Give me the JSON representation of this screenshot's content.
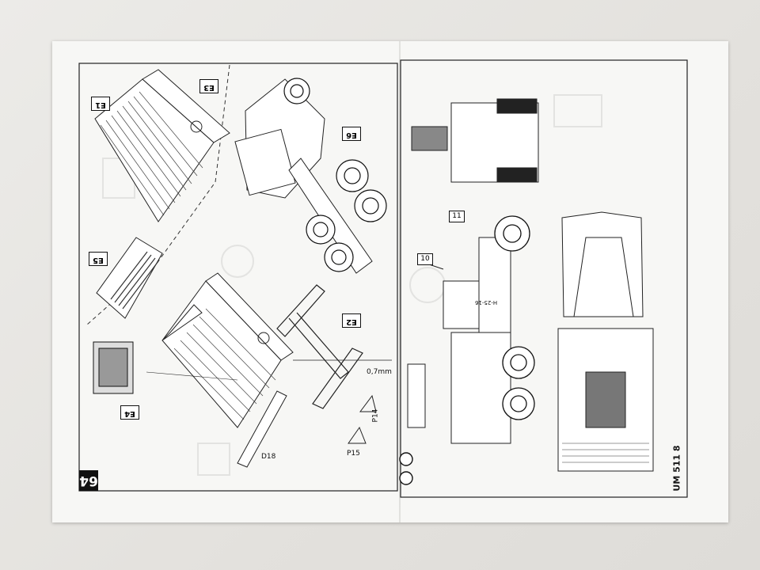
{
  "page_number": "64",
  "footer_code": "UM 511 8",
  "steps_left": [
    "E1",
    "E3",
    "E5",
    "E6",
    "E2",
    "E4"
  ],
  "steps_right": [
    "11",
    "10"
  ],
  "parts": {
    "dimension": "0,7mm",
    "p14": "P14",
    "p15": "P15",
    "d18": "D18"
  },
  "truck_plate": "Н-25-16"
}
